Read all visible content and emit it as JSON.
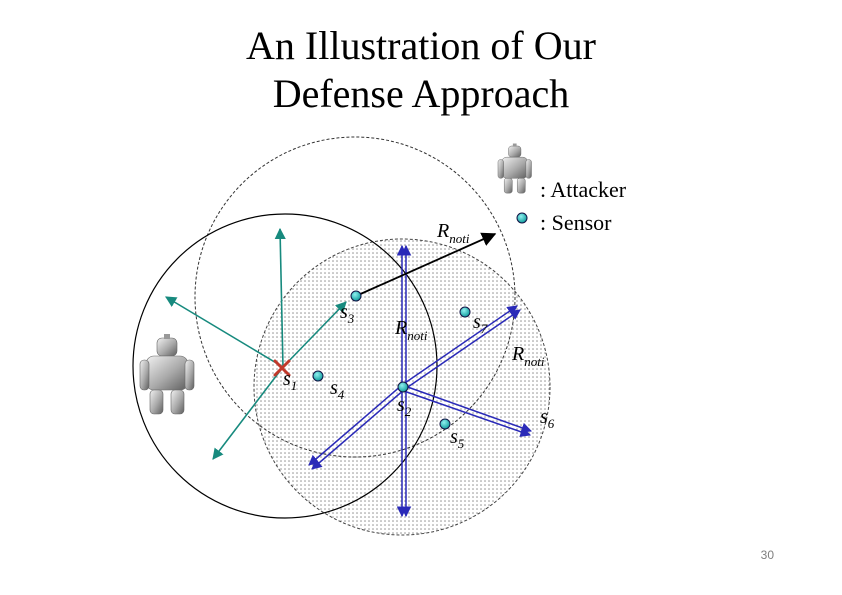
{
  "title": {
    "line1": "An Illustration of Our",
    "line2": "Defense Approach"
  },
  "legend": {
    "attacker_label": ": Attacker",
    "sensor_label": ": Sensor",
    "attacker_icon": "robot-attacker-icon",
    "sensor_icon": "sensor-dot-icon"
  },
  "labels": {
    "R": "R",
    "noti": "noti"
  },
  "sensors": [
    {
      "name": "s1",
      "letter": "s",
      "sub": "1",
      "marked_compromised": true
    },
    {
      "name": "s2",
      "letter": "s",
      "sub": "2"
    },
    {
      "name": "s3",
      "letter": "s",
      "sub": "3"
    },
    {
      "name": "s4",
      "letter": "s",
      "sub": "4"
    },
    {
      "name": "s5",
      "letter": "s",
      "sub": "5"
    },
    {
      "name": "s6",
      "letter": "s",
      "sub": "6"
    },
    {
      "name": "s7",
      "letter": "s",
      "sub": "7"
    }
  ],
  "colors": {
    "sensor_fill": "#1aa3a3",
    "teal_arrow": "#178a7e",
    "blue_arrow": "#2a2ab8",
    "compromised_mark": "#c0392b"
  },
  "page_number": "30"
}
